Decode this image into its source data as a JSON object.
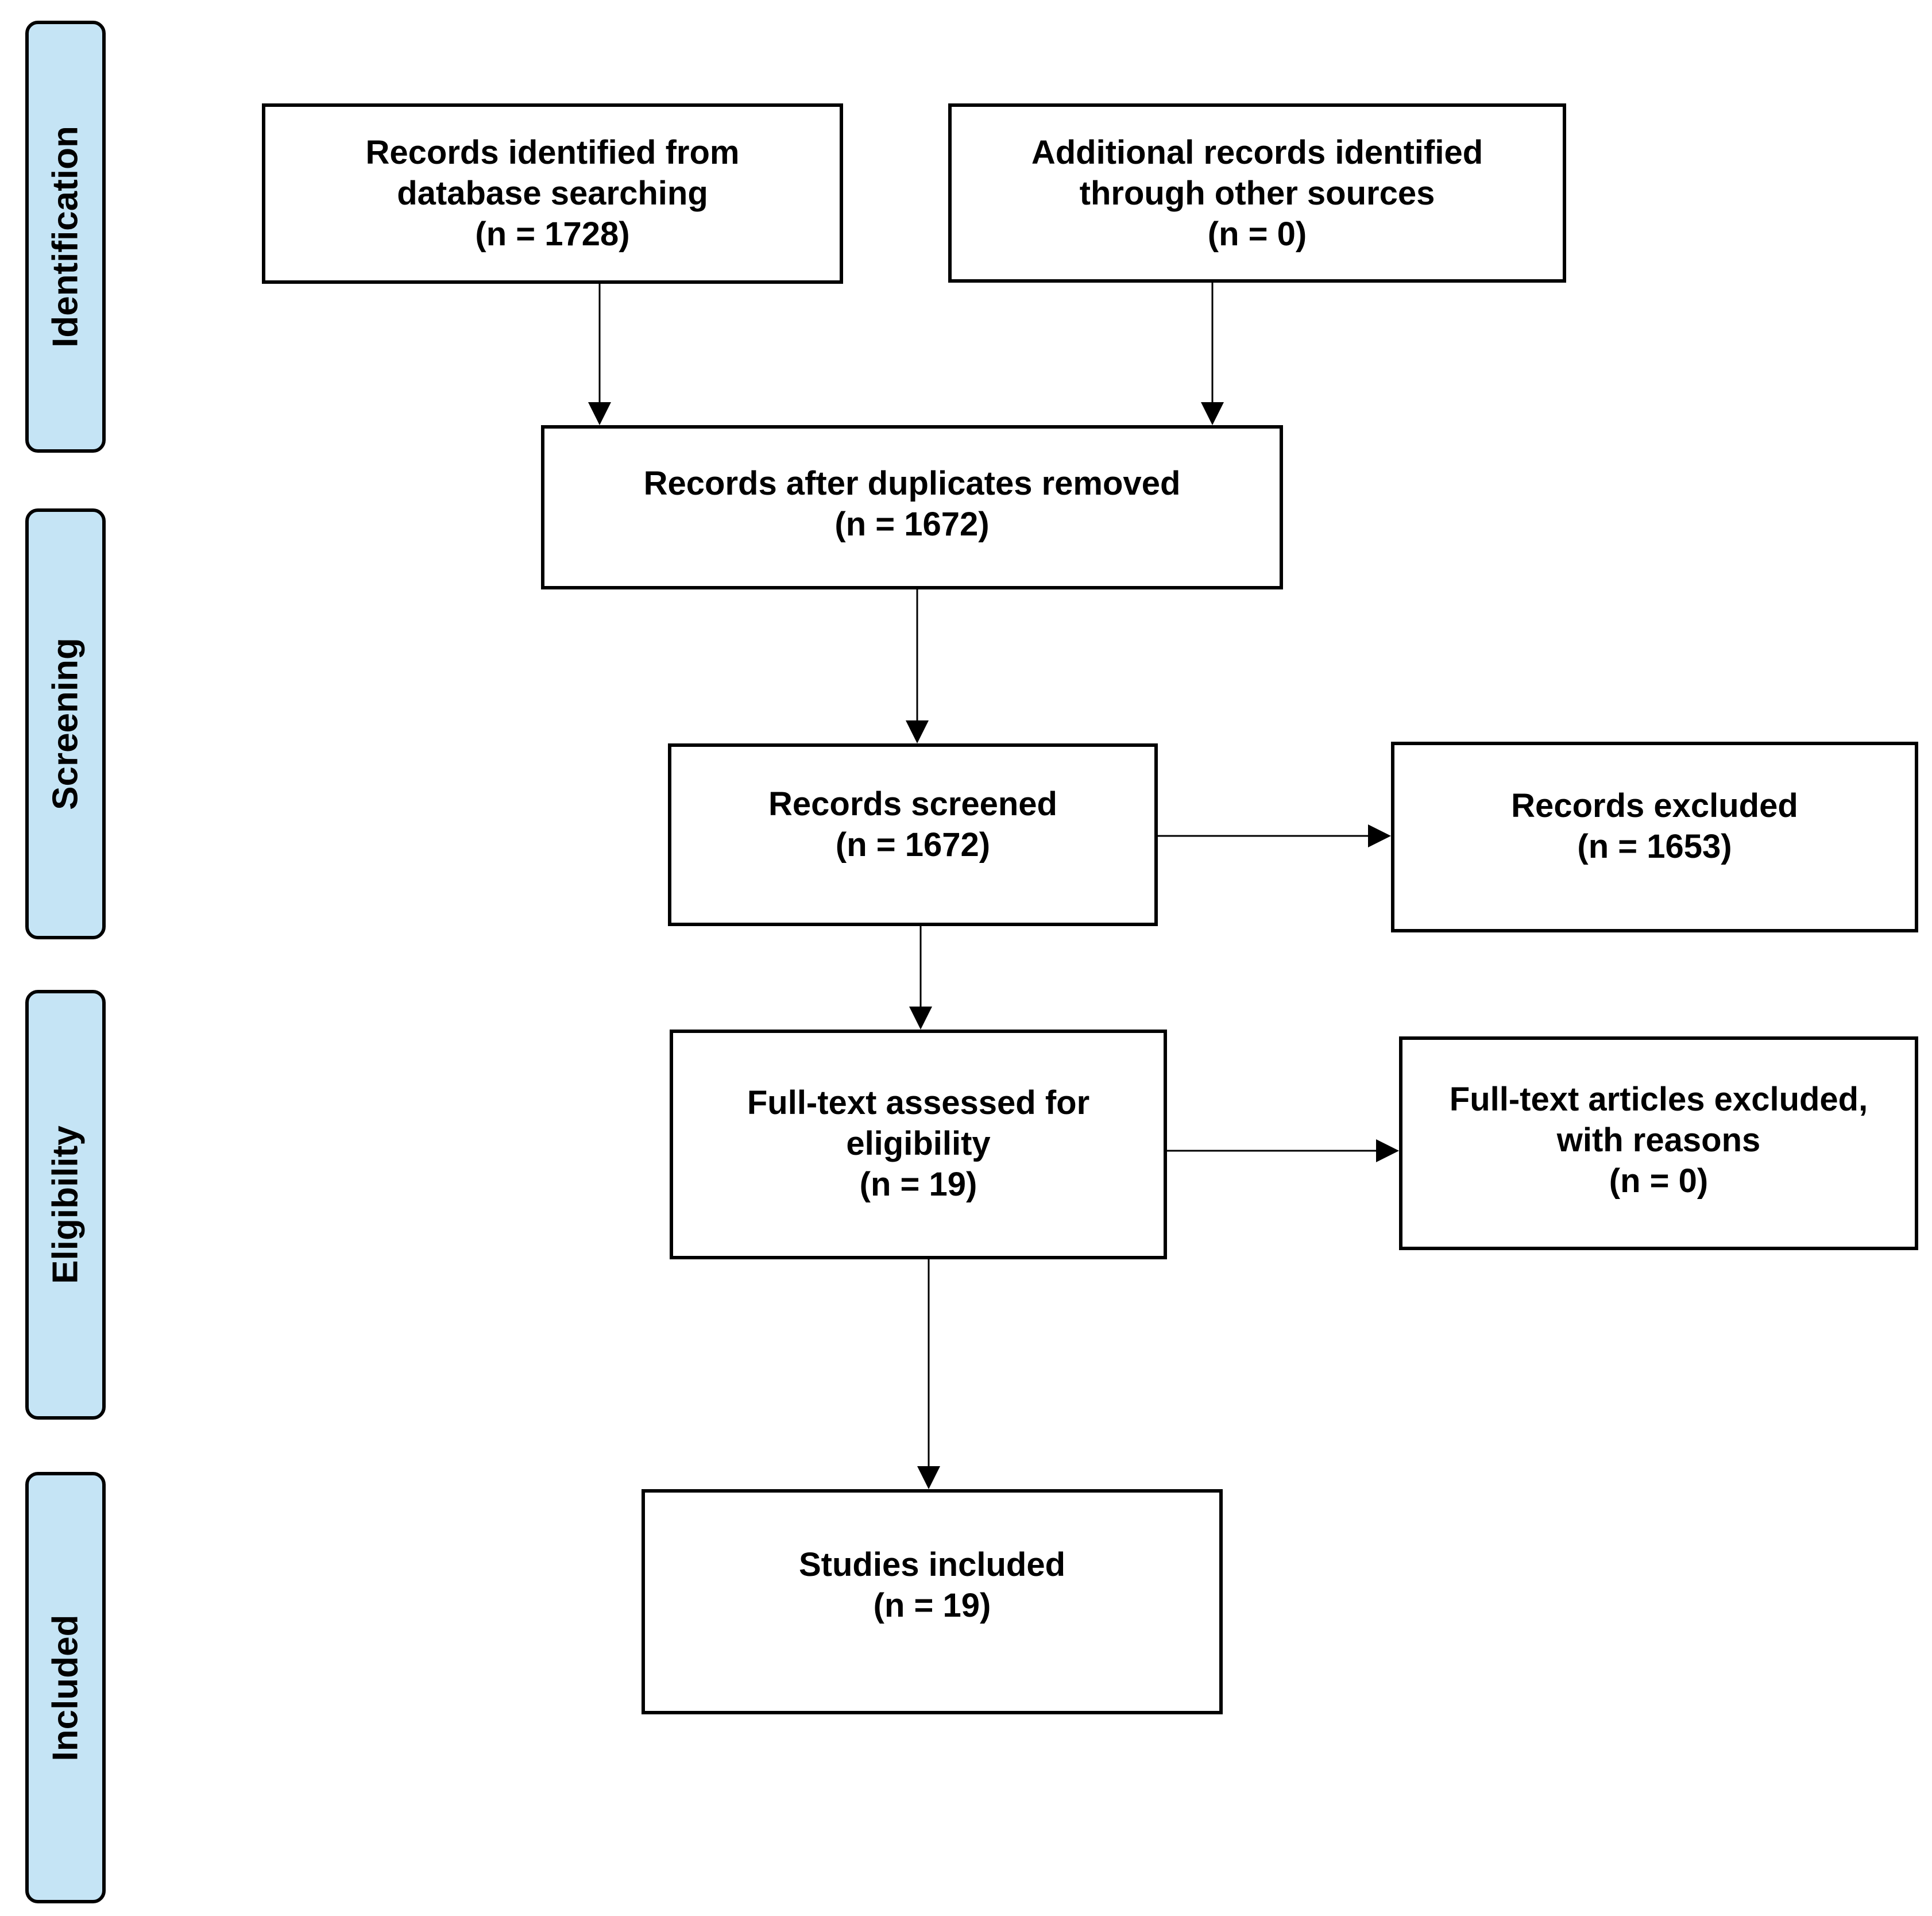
{
  "phases": {
    "identification": "Identification",
    "screening": "Screening",
    "eligibility": "Eligibility",
    "included": "Included"
  },
  "boxes": {
    "database_search": {
      "line1": "Records identified from",
      "line2": "database searching",
      "count": "(n = 1728)"
    },
    "other_sources": {
      "line1": "Additional records identified",
      "line2": "through other sources",
      "count": "(n = 0)"
    },
    "duplicates_removed": {
      "line1": "Records after duplicates removed",
      "count": "(n = 1672)"
    },
    "screened": {
      "line1": "Records screened",
      "count": "(n = 1672)"
    },
    "excluded": {
      "line1": "Records excluded",
      "count": "(n = 1653)"
    },
    "full_text": {
      "line1": "Full-text assessed for",
      "line2": "eligibility",
      "count": "(n = 19)"
    },
    "full_text_excluded": {
      "line1": "Full-text articles excluded,",
      "line2": "with reasons",
      "count": "(n = 0)"
    },
    "included": {
      "line1": "Studies included",
      "count": "(n = 19)"
    }
  }
}
